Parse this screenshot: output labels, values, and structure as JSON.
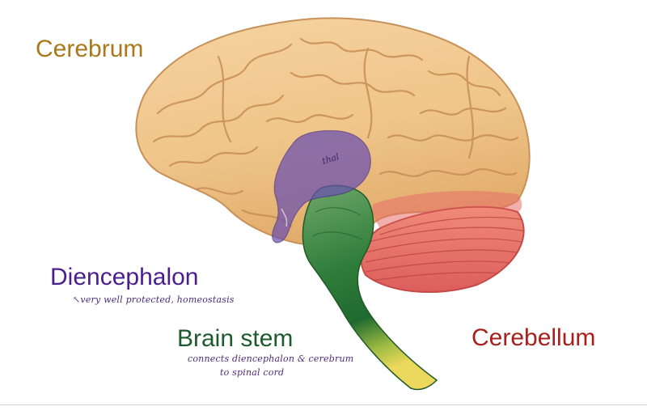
{
  "labels": {
    "cerebrum": "Cerebrum",
    "diencephalon": "Diencephalon",
    "brain_stem": "Brain stem",
    "cerebellum": "Cerebellum"
  },
  "annotations": {
    "diencephalon_note": "↖very well protected, homeostasis",
    "brain_stem_note_line1": "connects diencephalon & cerebrum",
    "brain_stem_note_line2": "to spinal cord",
    "thalamus_note": "thal"
  },
  "colors": {
    "cerebrum_label": "#a9781c",
    "diencephalon_label": "#4a1e8c",
    "brain_stem_label": "#1d5a2c",
    "cerebellum_label": "#a8201c",
    "cerebrum_fill": "#efc58a",
    "diencephalon_fill": "#6a4fb0",
    "brain_stem_fill": "#2f7d3a",
    "cerebellum_fill": "#e8706a",
    "handwriting": "#4b2a7a"
  }
}
